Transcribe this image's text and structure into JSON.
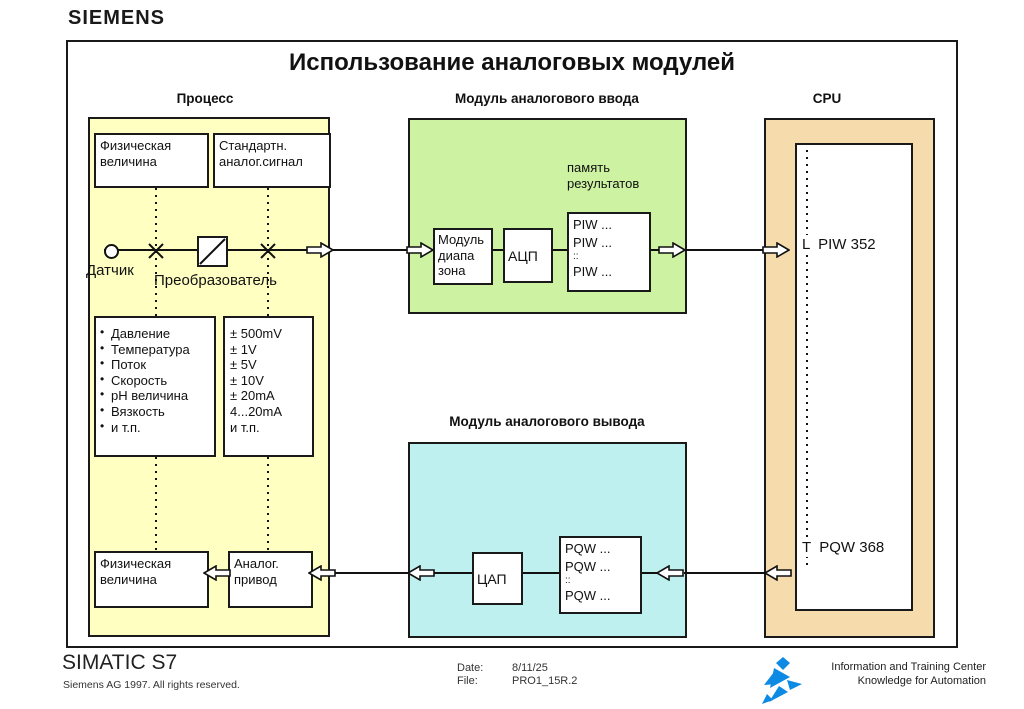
{
  "brand": "SIEMENS",
  "slide": {
    "title": "Использование аналоговых модулей",
    "col_process": "Процесс",
    "col_input": "Модуль аналогового ввода",
    "col_output": "Модуль аналогового вывода",
    "col_cpu": "CPU"
  },
  "process": {
    "physical_top": "Физическая\nвеличина",
    "standard_signal": "Стандартн.\nаналог.сигнал",
    "sensor": "Датчик",
    "converter": "Преобразователь",
    "quantities": [
      "Давление",
      "Температура",
      "Поток",
      "Скорость",
      "pH величина",
      "Вязкость",
      "и т.п."
    ],
    "signals": [
      "± 500mV",
      "± 1V",
      "± 5V",
      "± 10V",
      "± 20mA",
      "4...20mA",
      "и т.п."
    ],
    "physical_bottom": "Физическая\nвеличина",
    "actuator": "Аналог.\nпривод"
  },
  "input_module": {
    "range_block": "Модуль\nдиапа\nзона",
    "adc": "АЦП",
    "memory_caption": "память\nрезультатов",
    "piw": [
      "PIW ...",
      "PIW ...",
      "::",
      "PIW ..."
    ]
  },
  "output_module": {
    "dac": "ЦАП",
    "pqw": [
      "PQW ...",
      "PQW ...",
      "::",
      "PQW ..."
    ]
  },
  "cpu": {
    "load": "L  PIW 352",
    "transfer": "T  PQW 368"
  },
  "footer": {
    "product": "SIMATIC S7",
    "copyright": "Siemens AG 1997. All rights reserved.",
    "date_label": "Date:",
    "date_value": "8/11/25",
    "file_label": "File:",
    "file_value": "PRO1_15R.2",
    "center_line1": "Information and Training Center",
    "center_line2": "Knowledge for Automation"
  },
  "colors": {
    "process_bg": "#ffffc2",
    "input_bg": "#cdf2a2",
    "output_bg": "#bff0f0",
    "cpu_bg": "#f6dcad",
    "logo_blue": "#0d8be4"
  }
}
